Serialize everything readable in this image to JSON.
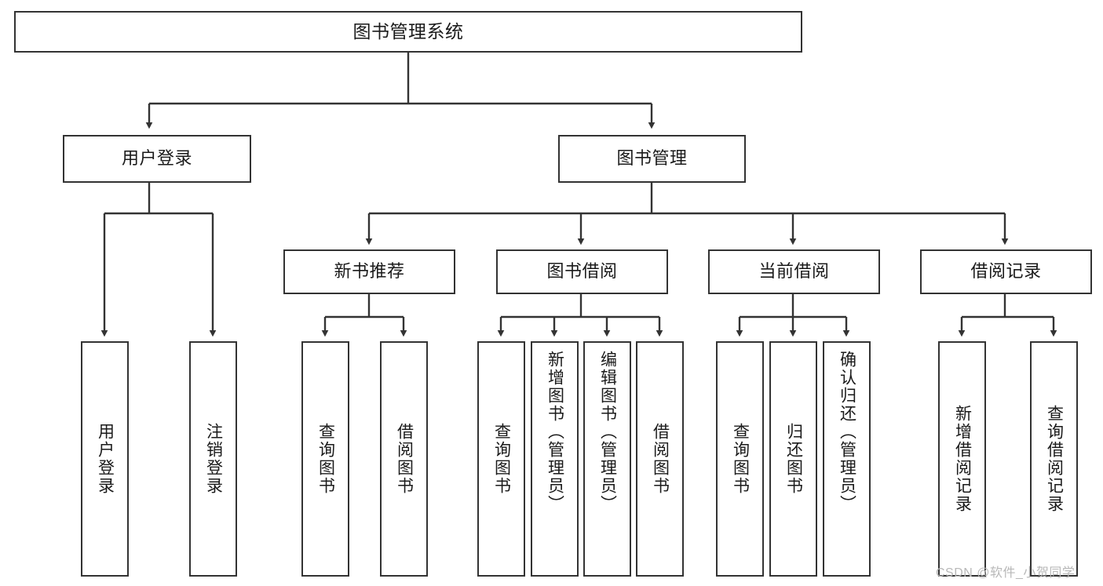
{
  "diagram": {
    "title": "图书管理系统",
    "type": "tree-hierarchy-diagram",
    "colors": {
      "background": "#ffffff",
      "border": "#333333",
      "text": "#1a1a1a",
      "watermark": "#b8b8b8"
    },
    "levels": {
      "root": {
        "label": "图书管理系统"
      },
      "level1": [
        {
          "label": "用户登录"
        },
        {
          "label": "图书管理"
        }
      ],
      "level2": [
        {
          "label": "新书推荐"
        },
        {
          "label": "图书借阅"
        },
        {
          "label": "当前借阅"
        },
        {
          "label": "借阅记录"
        }
      ],
      "leaves": {
        "user_login": [
          {
            "label": "用户登录"
          },
          {
            "label": "注销登录"
          }
        ],
        "new_book_recommend": [
          {
            "label": "查询图书"
          },
          {
            "label": "借阅图书"
          }
        ],
        "book_borrow": [
          {
            "label": "查询图书"
          },
          {
            "label": "新增图书（管理员）"
          },
          {
            "label": "编辑图书（管理员）"
          },
          {
            "label": "借阅图书"
          }
        ],
        "current_borrow": [
          {
            "label": "查询图书"
          },
          {
            "label": "归还图书"
          },
          {
            "label": "确认归还（管理员）"
          }
        ],
        "borrow_record": [
          {
            "label": "新增借阅记录"
          },
          {
            "label": "查询借阅记录"
          }
        ]
      }
    },
    "watermark": "CSDN @软件_小贺同学"
  }
}
